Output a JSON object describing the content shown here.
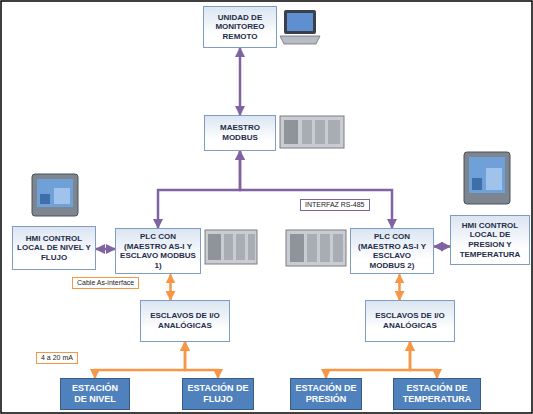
{
  "diagram": {
    "nodes": [
      {
        "text": [
          "UNIDAD DE MONITOREO REMOTO"
        ]
      },
      {
        "text": [
          "MAESTRO MODBUS"
        ]
      },
      {
        "text": [
          "HMI CONTROL LOCAL DE NIVEL Y FLUJO"
        ]
      },
      {
        "text": [
          "PLC CON (MAESTRO AS-I Y ESCLAVO MODBUS 1)"
        ]
      },
      {
        "text": [
          "PLC CON (MAESTRO AS-I Y ESCLAVO MODBUS 2)"
        ]
      },
      {
        "text": [
          "HMI CONTROL LOCAL DE PRESION Y TEMPERATURA"
        ]
      },
      {
        "text": [
          "ESCLAVOS DE I/O ANALÓGICAS"
        ]
      },
      {
        "text": [
          "ESCLAVOS DE I/O ANALÓGICAS"
        ]
      },
      {
        "text": [
          "ESTACIÓN DE NIVEL"
        ]
      },
      {
        "text": [
          "ESTACIÓN DE FLUJO"
        ]
      },
      {
        "text": [
          "ESTACIÓN DE PRESIÓN"
        ]
      },
      {
        "text": [
          "ESTACIÓN DE TEMPERATURA"
        ]
      }
    ],
    "edges": [
      {
        "from": 0,
        "to": 1,
        "arrow": "both"
      },
      {
        "from": 1,
        "to": 3,
        "arrow": "both"
      },
      {
        "from": 1,
        "to": 4,
        "arrow": "both"
      },
      {
        "from": 2,
        "to": 3,
        "arrow": "both"
      },
      {
        "from": 4,
        "to": 5,
        "arrow": "both"
      },
      {
        "from": 3,
        "to": 6,
        "arrow": "both"
      },
      {
        "from": 4,
        "to": 7,
        "arrow": "both"
      },
      {
        "from": 6,
        "to": 8,
        "arrow": "both"
      },
      {
        "from": 6,
        "to": 9,
        "arrow": "both"
      },
      {
        "from": 7,
        "to": 10,
        "arrow": "both"
      },
      {
        "from": 7,
        "to": 11,
        "arrow": "both"
      }
    ],
    "labels": [
      "INTERFAZ RS-485",
      "Cable As-interface",
      "4 a 20 mA"
    ]
  }
}
